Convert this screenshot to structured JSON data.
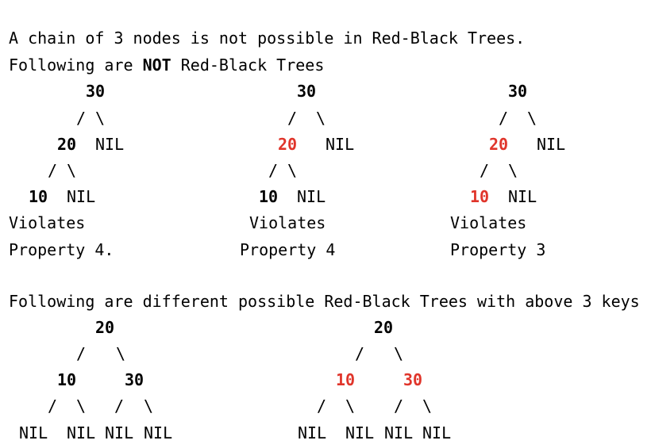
{
  "heading": {
    "line1": "A chain of 3 nodes is not possible in Red-Black Trees.",
    "line2_prefix": "Following are ",
    "line2_emph": "NOT",
    "line2_suffix": " Red-Black Trees"
  },
  "invalid_trees": [
    {
      "root": "30",
      "mid": "20",
      "mid_nil": "NIL",
      "leaf": "10",
      "leaf_nil": "NIL",
      "caption1": "Violates",
      "caption2": "Property 4."
    },
    {
      "root": "30",
      "mid": "20",
      "mid_nil": "NIL",
      "leaf": "10",
      "leaf_nil": "NIL",
      "caption1": "Violates",
      "caption2": "Property 4"
    },
    {
      "root": "30",
      "mid": "20",
      "mid_nil": "NIL",
      "leaf": "10",
      "leaf_nil": "NIL",
      "caption1": "Violates",
      "caption2": "Property 3"
    }
  ],
  "valid_heading": "Following are different possible Red-Black Trees with above 3 keys",
  "valid_trees": [
    {
      "root": "20",
      "left": "10",
      "right": "30",
      "nils": [
        "NIL",
        "NIL",
        "NIL",
        "NIL"
      ]
    },
    {
      "root": "20",
      "left": "10",
      "right": "30",
      "nils": [
        "NIL",
        "NIL",
        "NIL",
        "NIL"
      ]
    }
  ],
  "edges": {
    "left": "/",
    "right": "\\"
  },
  "colors": {
    "red_node": "#e0352b",
    "black_node": "#000000"
  }
}
